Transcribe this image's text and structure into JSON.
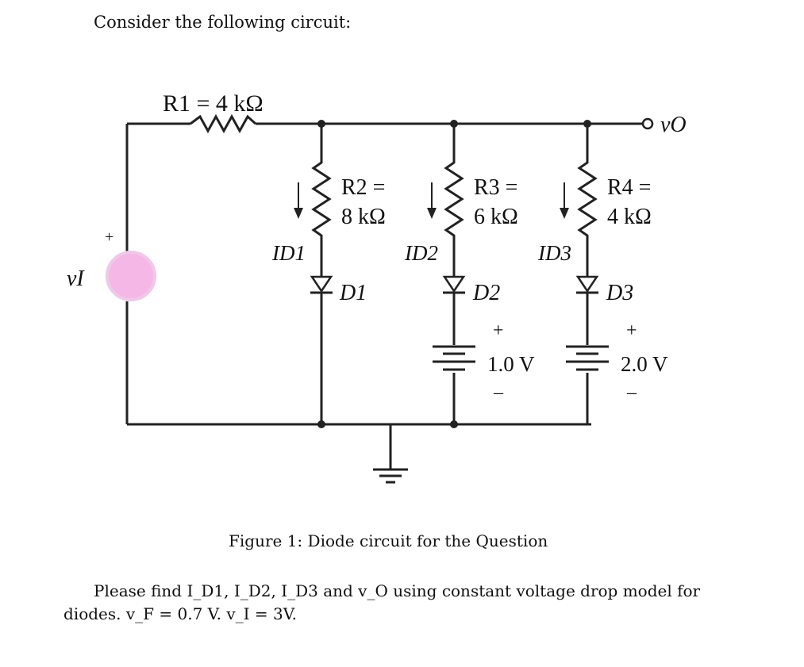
{
  "intro_text": "Consider the following circuit:",
  "caption": "Figure 1: Diode circuit for the Question",
  "question_line1": "Please find I_D1, I_D2, I_D3 and v_O using constant voltage drop model for",
  "question_line2": "diodes. v_F = 0.7 V. v_I = 3V.",
  "circuit": {
    "r1": "R1 = 4 kΩ",
    "r2_name": "R2 =",
    "r2_value": "8 kΩ",
    "r3_name": "R3 =",
    "r3_value": "6 kΩ",
    "r4_name": "R4 =",
    "r4_value": "4 kΩ",
    "id1": "ID1",
    "id2": "ID2",
    "id3": "ID3",
    "d1": "D1",
    "d2": "D2",
    "d3": "D3",
    "vi": "vI",
    "vo": "vO",
    "vsrc_plus": "+",
    "batt1_plus": "+",
    "batt1_value": "1.0 V",
    "batt1_minus": "–",
    "batt2_plus": "+",
    "batt2_value": "2.0 V",
    "batt2_minus": "–"
  },
  "colors": {
    "wire": "#222222",
    "source_fill": "#f5b8e6"
  }
}
